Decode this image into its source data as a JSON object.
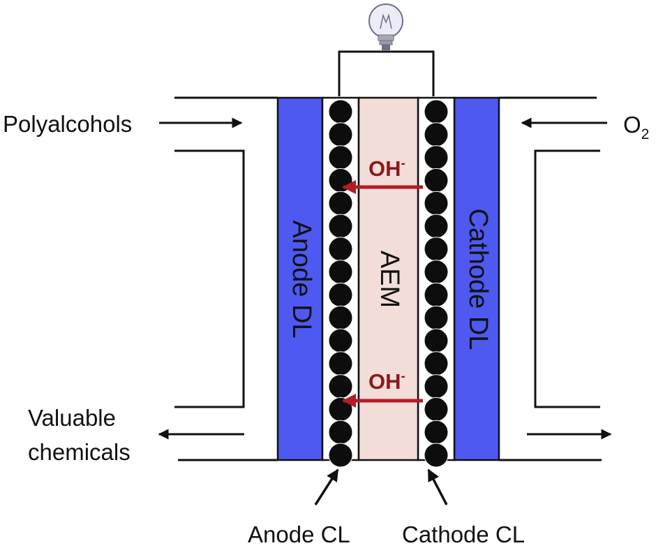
{
  "labels": {
    "inlet_left": "Polyalcohols",
    "outlet_left_line1": "Valuable",
    "outlet_left_line2": "chemicals",
    "inlet_right_main": "O",
    "inlet_right_sub": "2",
    "anode_dl": "Anode DL",
    "cathode_dl": "Cathode DL",
    "membrane": "AEM",
    "hydroxide_top_main": "OH",
    "hydroxide_top_sup": "-",
    "hydroxide_bottom_main": "OH",
    "hydroxide_bottom_sup": "-",
    "anode_cl": "Anode CL",
    "cathode_cl": "Cathode CL"
  },
  "icons": {
    "load": "light-bulb-icon"
  },
  "colors": {
    "diffusion_layer": "#4d59f0",
    "membrane": "#f3ddd9",
    "catalyst_particle": "#0d0d0d",
    "hydroxide_arrow": "#b31c24",
    "hydroxide_text": "#8b1a1a",
    "line": "#111111"
  }
}
